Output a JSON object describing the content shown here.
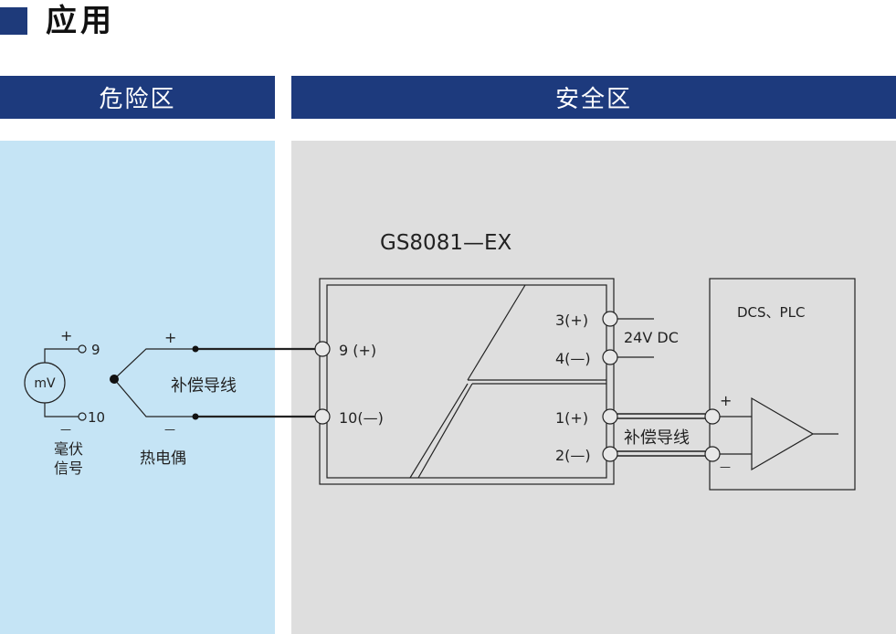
{
  "header": {
    "title": "应用"
  },
  "zones": {
    "hazardous": "危险区",
    "safe": "安全区"
  },
  "colors": {
    "header_blue": "#1d3a7d",
    "hazard_bg": "#c5e4f5",
    "safe_bg": "#dedede",
    "line": "#222222"
  },
  "icons": {
    "title_marker": "filled-square"
  },
  "diagram": {
    "device_label": "GS8081—EX",
    "dcs_label": "DCS、PLC",
    "meter_label": "mV",
    "meter_plus": "+",
    "meter_minus": "—",
    "meter_term_pos": "9",
    "meter_term_neg": "10",
    "millivolt_label_line1": "毫伏",
    "millivolt_label_line2": "信号",
    "tc_plus": "+",
    "tc_minus": "—",
    "thermocouple_label": "热电偶",
    "comp_wire_label_left": "补偿导线",
    "comp_wire_label_right": "补偿导线",
    "input_pos": "9 (+)",
    "input_neg": "10(—)",
    "power_pos": "3(+)",
    "power_neg": "4(—)",
    "power_label": "24V DC",
    "out_pos": "1(+)",
    "out_neg": "2(—)",
    "amp_plus": "+",
    "amp_minus": "—"
  }
}
